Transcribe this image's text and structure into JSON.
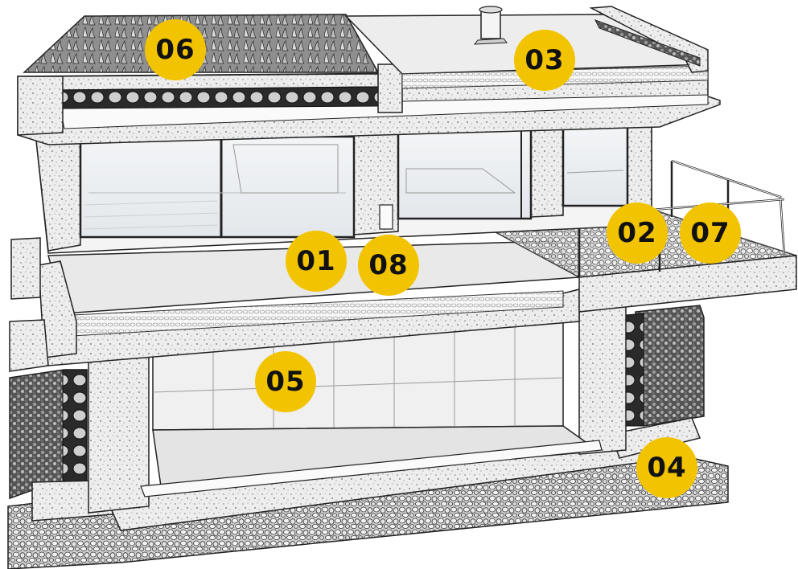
{
  "markers": {
    "m01": "01",
    "m02": "02",
    "m03": "03",
    "m04": "04",
    "m05": "05",
    "m06": "06",
    "m07": "07",
    "m08": "08"
  },
  "colors": {
    "marker": "#f2c300",
    "concrete": "#ececec",
    "glass": "#e6eaee",
    "line": "#1a1a1a",
    "gravel": "#c9c9c9",
    "insulation": "#f4f4f4"
  }
}
